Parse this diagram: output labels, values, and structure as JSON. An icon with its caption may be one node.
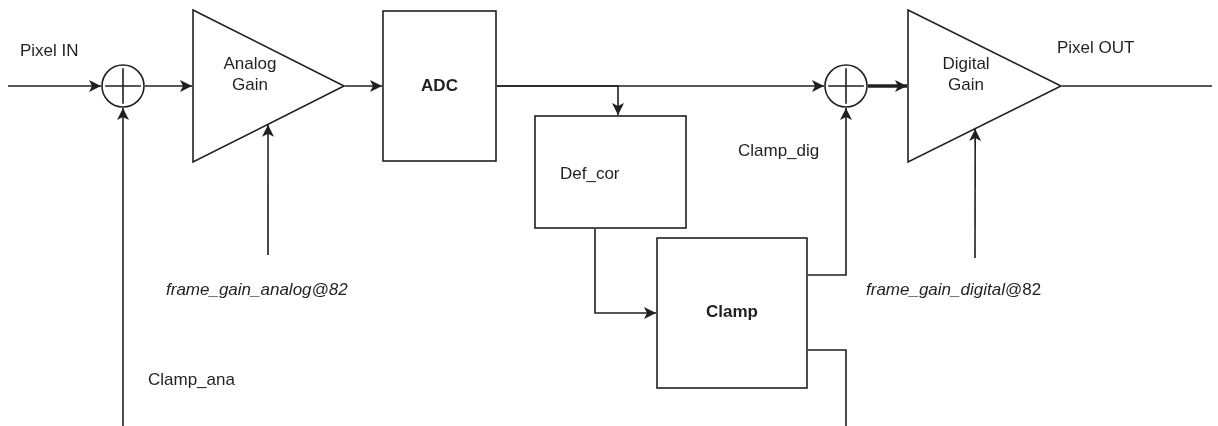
{
  "diagram": {
    "nodes": [
      {
        "text": [],
        "shape": "circle"
      },
      {
        "text": [
          "Analog Gain"
        ]
      },
      {
        "text": [
          "ADC"
        ]
      },
      {
        "text": [
          "Def_cor"
        ]
      },
      {
        "text": [
          "Clamp"
        ]
      },
      {
        "text": [],
        "shape": "circle"
      },
      {
        "text": [
          "Digital Gain"
        ]
      },
      {
        "text": [
          "frame_gain_analog@82"
        ]
      },
      {
        "text": [
          "*frame_gain_digital*@82"
        ]
      }
    ],
    "edges": [
      {
        "from": null,
        "to": 0,
        "arrow": "to",
        "label": "Pixel IN"
      },
      {
        "from": 0,
        "to": 1,
        "arrow": "to"
      },
      {
        "from": 1,
        "to": 2,
        "arrow": "to"
      },
      {
        "from": 2,
        "to": 5,
        "arrow": "to"
      },
      {
        "from": 2,
        "to": 3,
        "arrow": "to"
      },
      {
        "from": 3,
        "to": 4,
        "arrow": "to"
      },
      {
        "from": 4,
        "to": 5,
        "arrow": "to",
        "label": "Clamp_dig"
      },
      {
        "from": 5,
        "to": 6,
        "arrow": "to",
        "style": "thick"
      },
      {
        "from": 6,
        "to": null,
        "arrow": "none",
        "label": "Pixel OUT"
      },
      {
        "from": 4,
        "to": null,
        "arrow": "none"
      },
      {
        "from": 7,
        "to": 1,
        "arrow": "to"
      },
      {
        "from": 8,
        "to": 6,
        "arrow": "to"
      },
      {
        "from": null,
        "to": 0,
        "arrow": "to",
        "label": "Clamp_ana"
      }
    ]
  }
}
